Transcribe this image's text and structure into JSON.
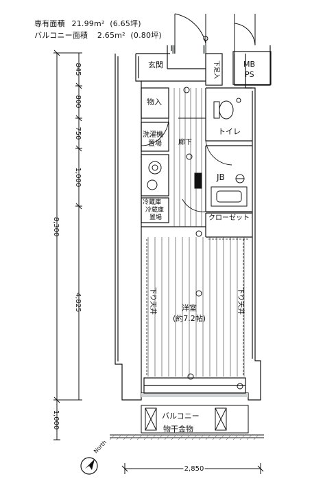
{
  "area_info": {
    "floor_area_label": "専有面積",
    "floor_area_value": "21.99m²",
    "floor_area_tsubo": "(6.65坪)",
    "balcony_area_label": "バルコニー面積",
    "balcony_area_value": "2.65m²",
    "balcony_area_tsubo": "(0.80坪)"
  },
  "rooms": {
    "entrance": "玄関",
    "shoe_box": "下足入",
    "mb_ps_top": "MB",
    "mb_ps_bottom": "PS",
    "storage": "物入",
    "toilet": "トイレ",
    "washer_l1": "洗濯機",
    "washer_l2": "置場",
    "corridor": "廊下",
    "fridge_l1": "冷蔵庫",
    "fridge_l2": "冷蔵庫",
    "fridge_l3": "置場",
    "jb": "JB",
    "closet": "クローゼット",
    "downlight_left": "下り天井",
    "downlight_right": "下り天井",
    "room_l1": "洋室",
    "room_l2": "(約7.2帖)",
    "balcony": "バルコニー",
    "laundry_pole": "物干金物"
  },
  "dimensions": {
    "v1": "845",
    "v2": "800",
    "v3": "750",
    "v4": "1,000",
    "total": "8,300",
    "v5": "4,825",
    "v6": "1,000",
    "width": "2,850"
  },
  "compass": {
    "label": "North"
  }
}
